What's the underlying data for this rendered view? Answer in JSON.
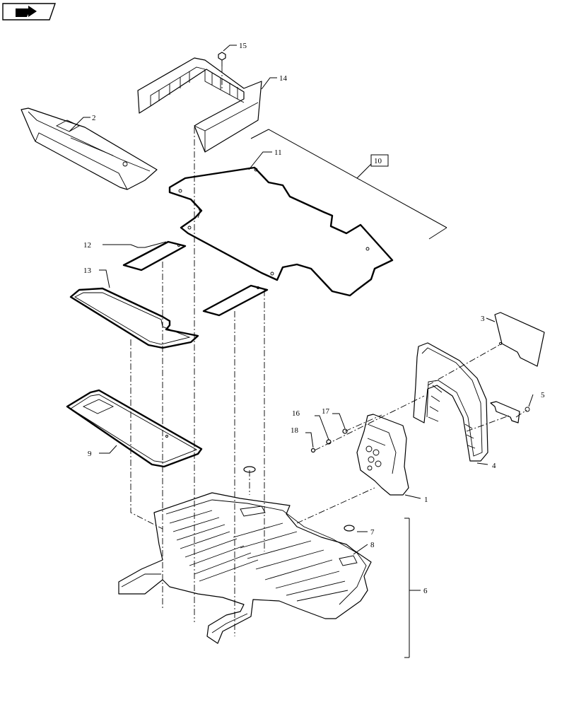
{
  "icon": "navigation-arrow-icon",
  "callouts": {
    "c1": "1",
    "c2": "2",
    "c3": "3",
    "c4": "4",
    "c5": "5",
    "c6": "6",
    "c7": "7",
    "c8": "8",
    "c9": "9",
    "c10": "10",
    "c11": "11",
    "c12": "12",
    "c13": "13",
    "c14": "14",
    "c15": "15",
    "c16": "16",
    "c17": "17",
    "c18": "18"
  }
}
